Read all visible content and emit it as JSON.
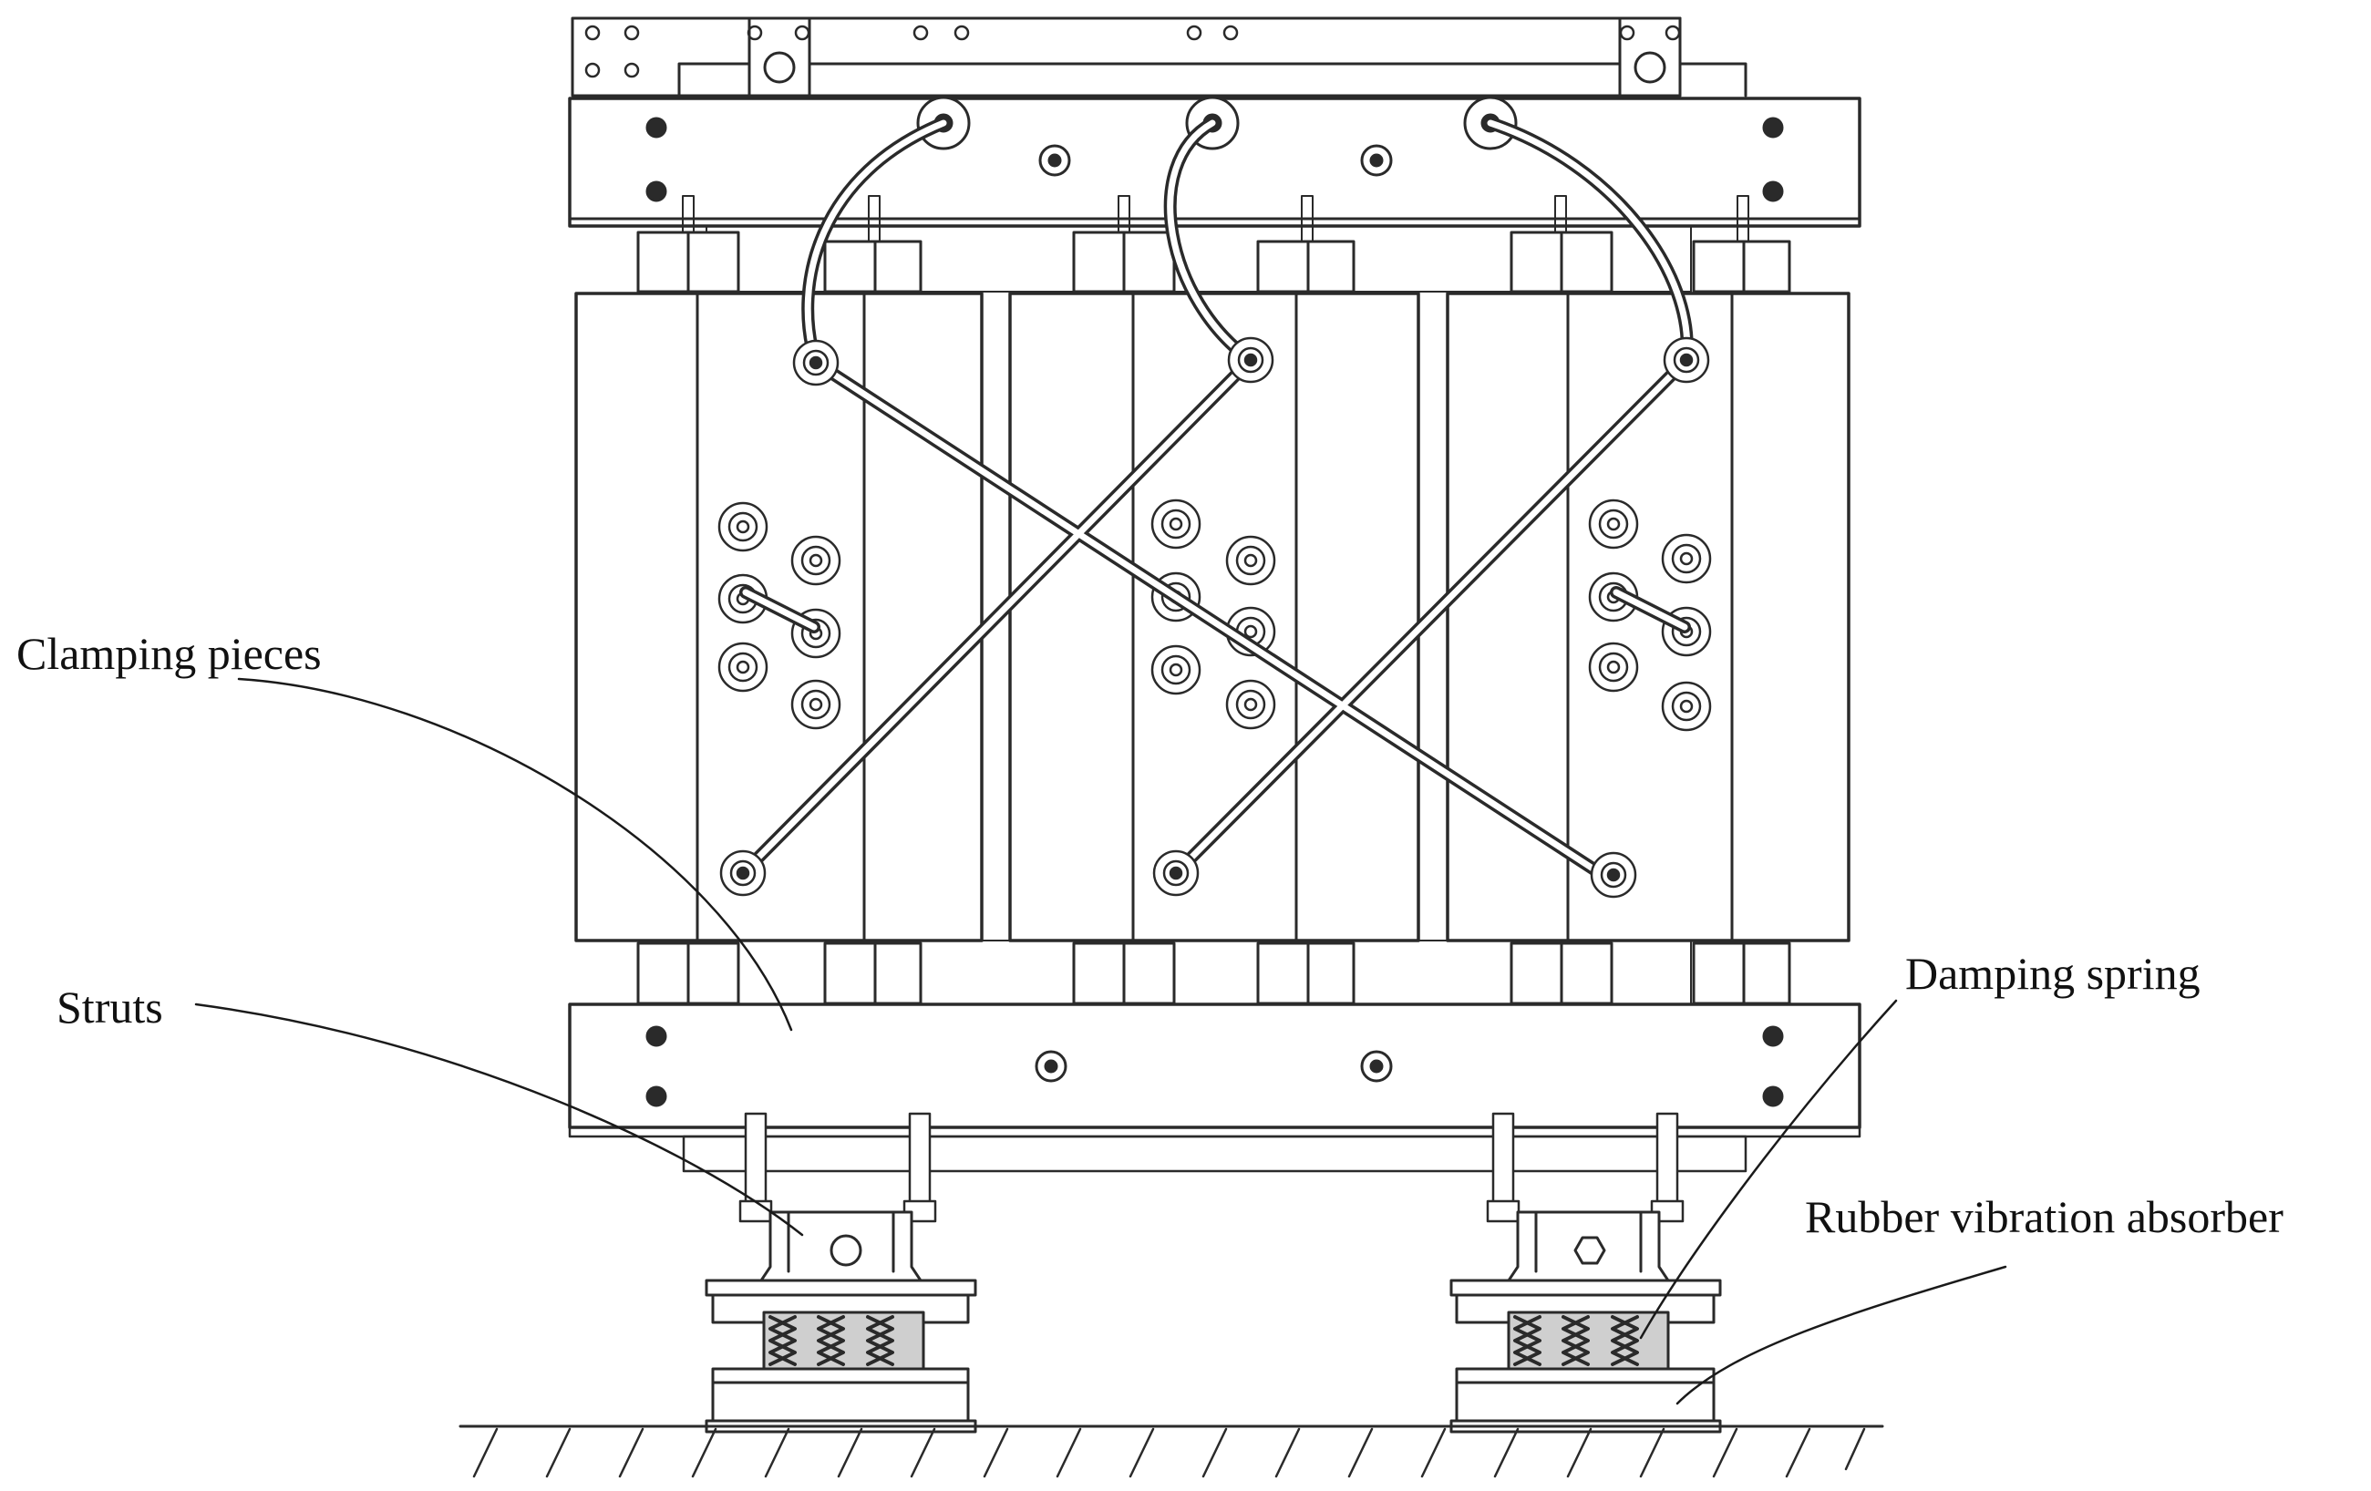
{
  "labels": {
    "clamping_pieces": "Clamping pieces",
    "struts": "Struts",
    "damping_spring": "Damping spring",
    "rubber_absorber": "Rubber vibration absorber"
  },
  "colors": {
    "ink": "#2a2a2a",
    "background": "#ffffff",
    "spring_fill": "#cfcfcf"
  }
}
